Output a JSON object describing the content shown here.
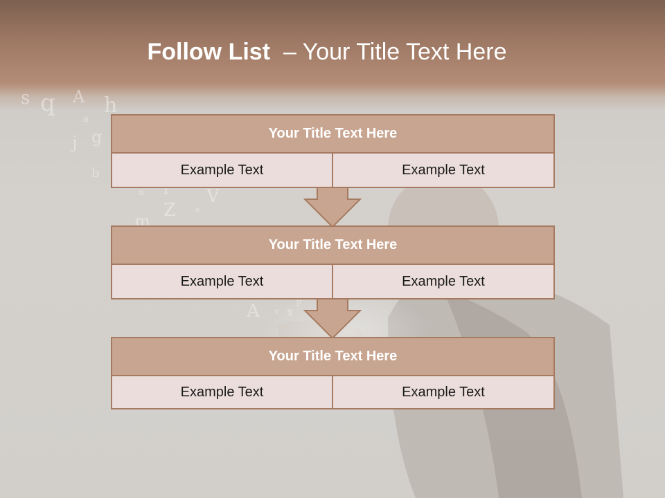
{
  "slide": {
    "title_bold": "Follow List",
    "title_rest": "– Your Title Text Here"
  },
  "blocks": [
    {
      "title": "Your Title Text Here",
      "left": "Example Text",
      "right": "Example Text"
    },
    {
      "title": "Your Title Text Here",
      "left": "Example Text",
      "right": "Example Text"
    },
    {
      "title": "Your Title Text Here",
      "left": "Example Text",
      "right": "Example Text"
    }
  ],
  "colors": {
    "header_band": "#a9826d",
    "block_title_fill": "#c8a590",
    "block_border": "#a67a60",
    "cell_fill": "#eadddb",
    "arrow_fill": "#c8a590"
  },
  "icons": [
    "down-arrow-icon"
  ]
}
